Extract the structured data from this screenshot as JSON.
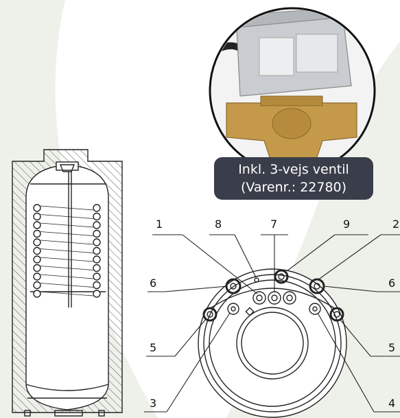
{
  "badge": {
    "line1": "Inkl. 3-vejs ventil",
    "line2": "(Varenr.: 22780)"
  },
  "callouts": {
    "n1": "1",
    "n2": "2",
    "n3": "3",
    "n4": "4",
    "n5_left": "5",
    "n5_right": "5",
    "n6_left": "6",
    "n6_right": "6",
    "n7": "7",
    "n8": "8",
    "n9": "9"
  },
  "colors": {
    "background_shape": "#eef1ea",
    "badge": "#3a3e4a",
    "line": "#222222",
    "brass": "#c49a4a",
    "valve_housing": "#c9ccd0"
  }
}
